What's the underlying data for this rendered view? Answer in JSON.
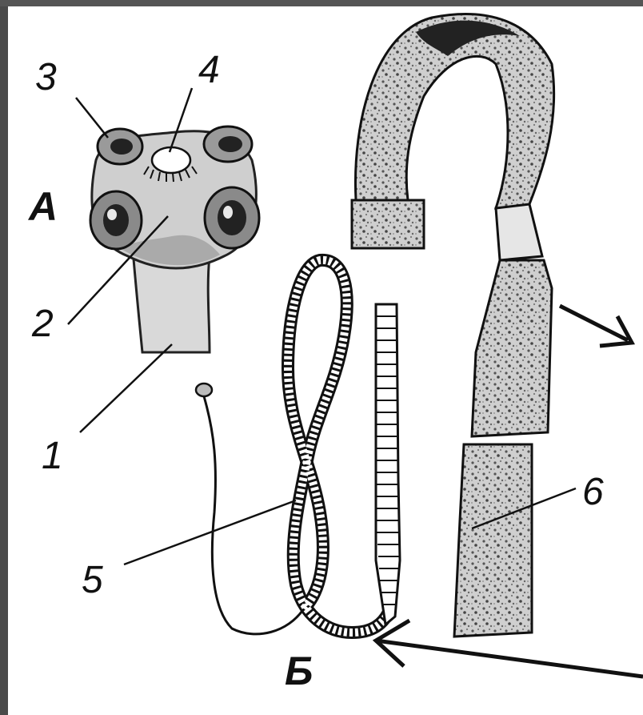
{
  "labels": {
    "l1": "1",
    "l2": "2",
    "l3": "3",
    "l4": "4",
    "l5": "5",
    "l6": "6",
    "a": "А",
    "b": "Б"
  },
  "colors": {
    "frame": "#3a3a3a",
    "paper": "#ffffff",
    "ink": "#111111",
    "shade": "#7a7a7a"
  },
  "icons": [
    "arrow-right-down-icon",
    "arrow-left-icon"
  ]
}
